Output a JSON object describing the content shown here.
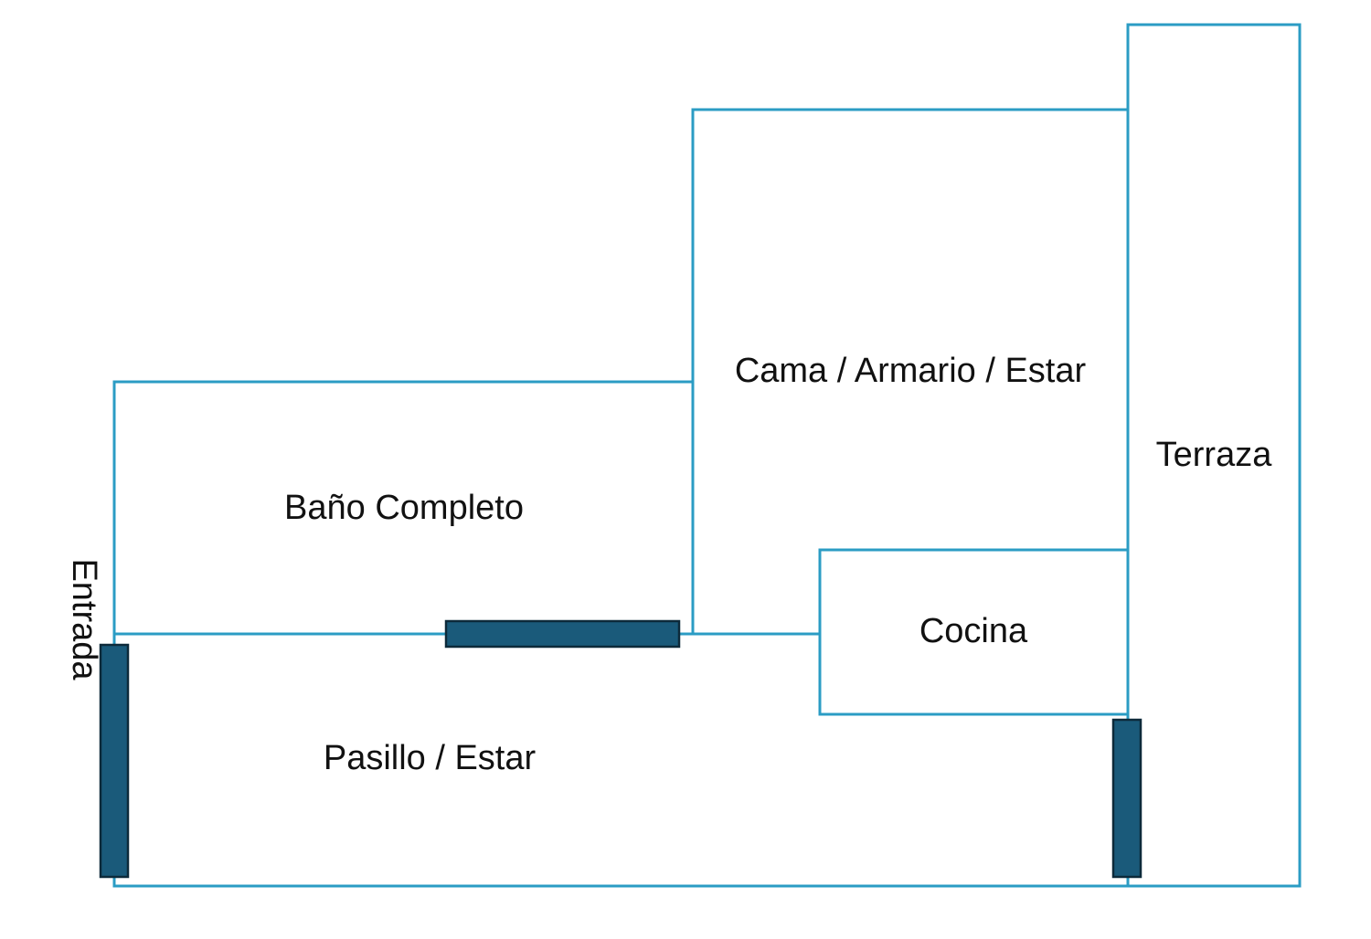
{
  "colors": {
    "wall": "#2b9cc4",
    "door": "#1a5a7a",
    "door_outline": "#0d2a3a",
    "text": "#111111",
    "background": "#ffffff"
  },
  "rooms": {
    "bano": "Baño Completo",
    "cama": "Cama / Armario / Estar",
    "terraza": "Terraza",
    "cocina": "Cocina",
    "pasillo": "Pasillo / Estar",
    "entrada": "Entrada"
  }
}
